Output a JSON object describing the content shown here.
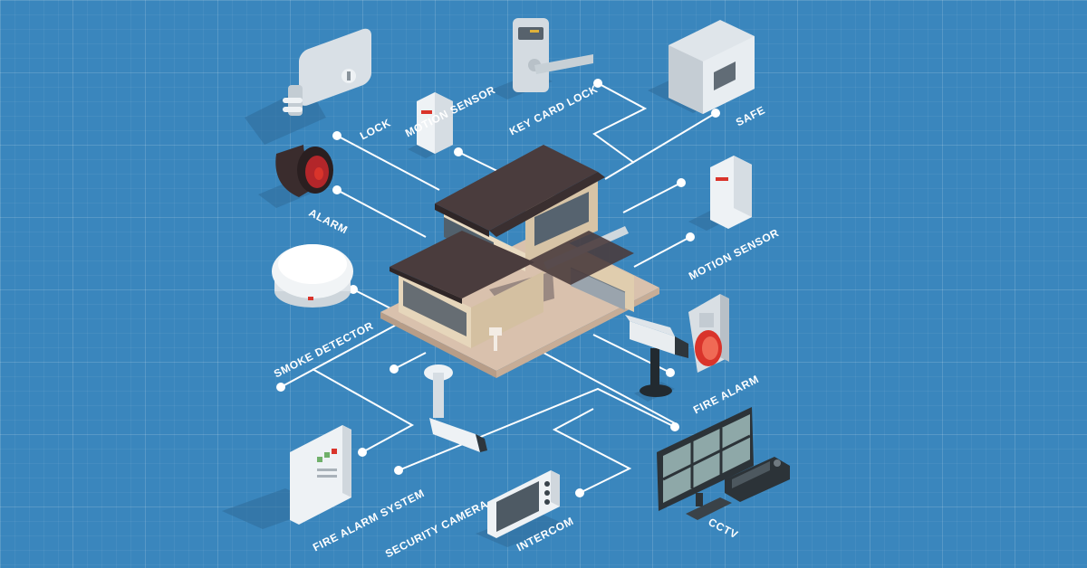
{
  "labels": {
    "lock": "LOCK",
    "motion_sensor_top": "MOTION SENSOR",
    "key_card_lock": "KEY CARD LOCK",
    "safe": "SAFE",
    "alarm": "ALARM",
    "motion_sensor_right": "MOTION SENSOR",
    "smoke_detector": "SMOKE DETECTOR",
    "fire_alarm": "FIRE ALARM",
    "fire_alarm_system": "FIRE ALARM SYSTEM",
    "security_camera": "SECURITY CAMERA",
    "intercom": "INTERCOM",
    "cctv": "CCTV"
  },
  "colors": {
    "background": "#3a86bd",
    "connector": "#ffffff",
    "roof": "#4a3c3d",
    "wall": "#e3d2b5",
    "lot": "#d9c1ad",
    "accent_red": "#d9342b"
  }
}
